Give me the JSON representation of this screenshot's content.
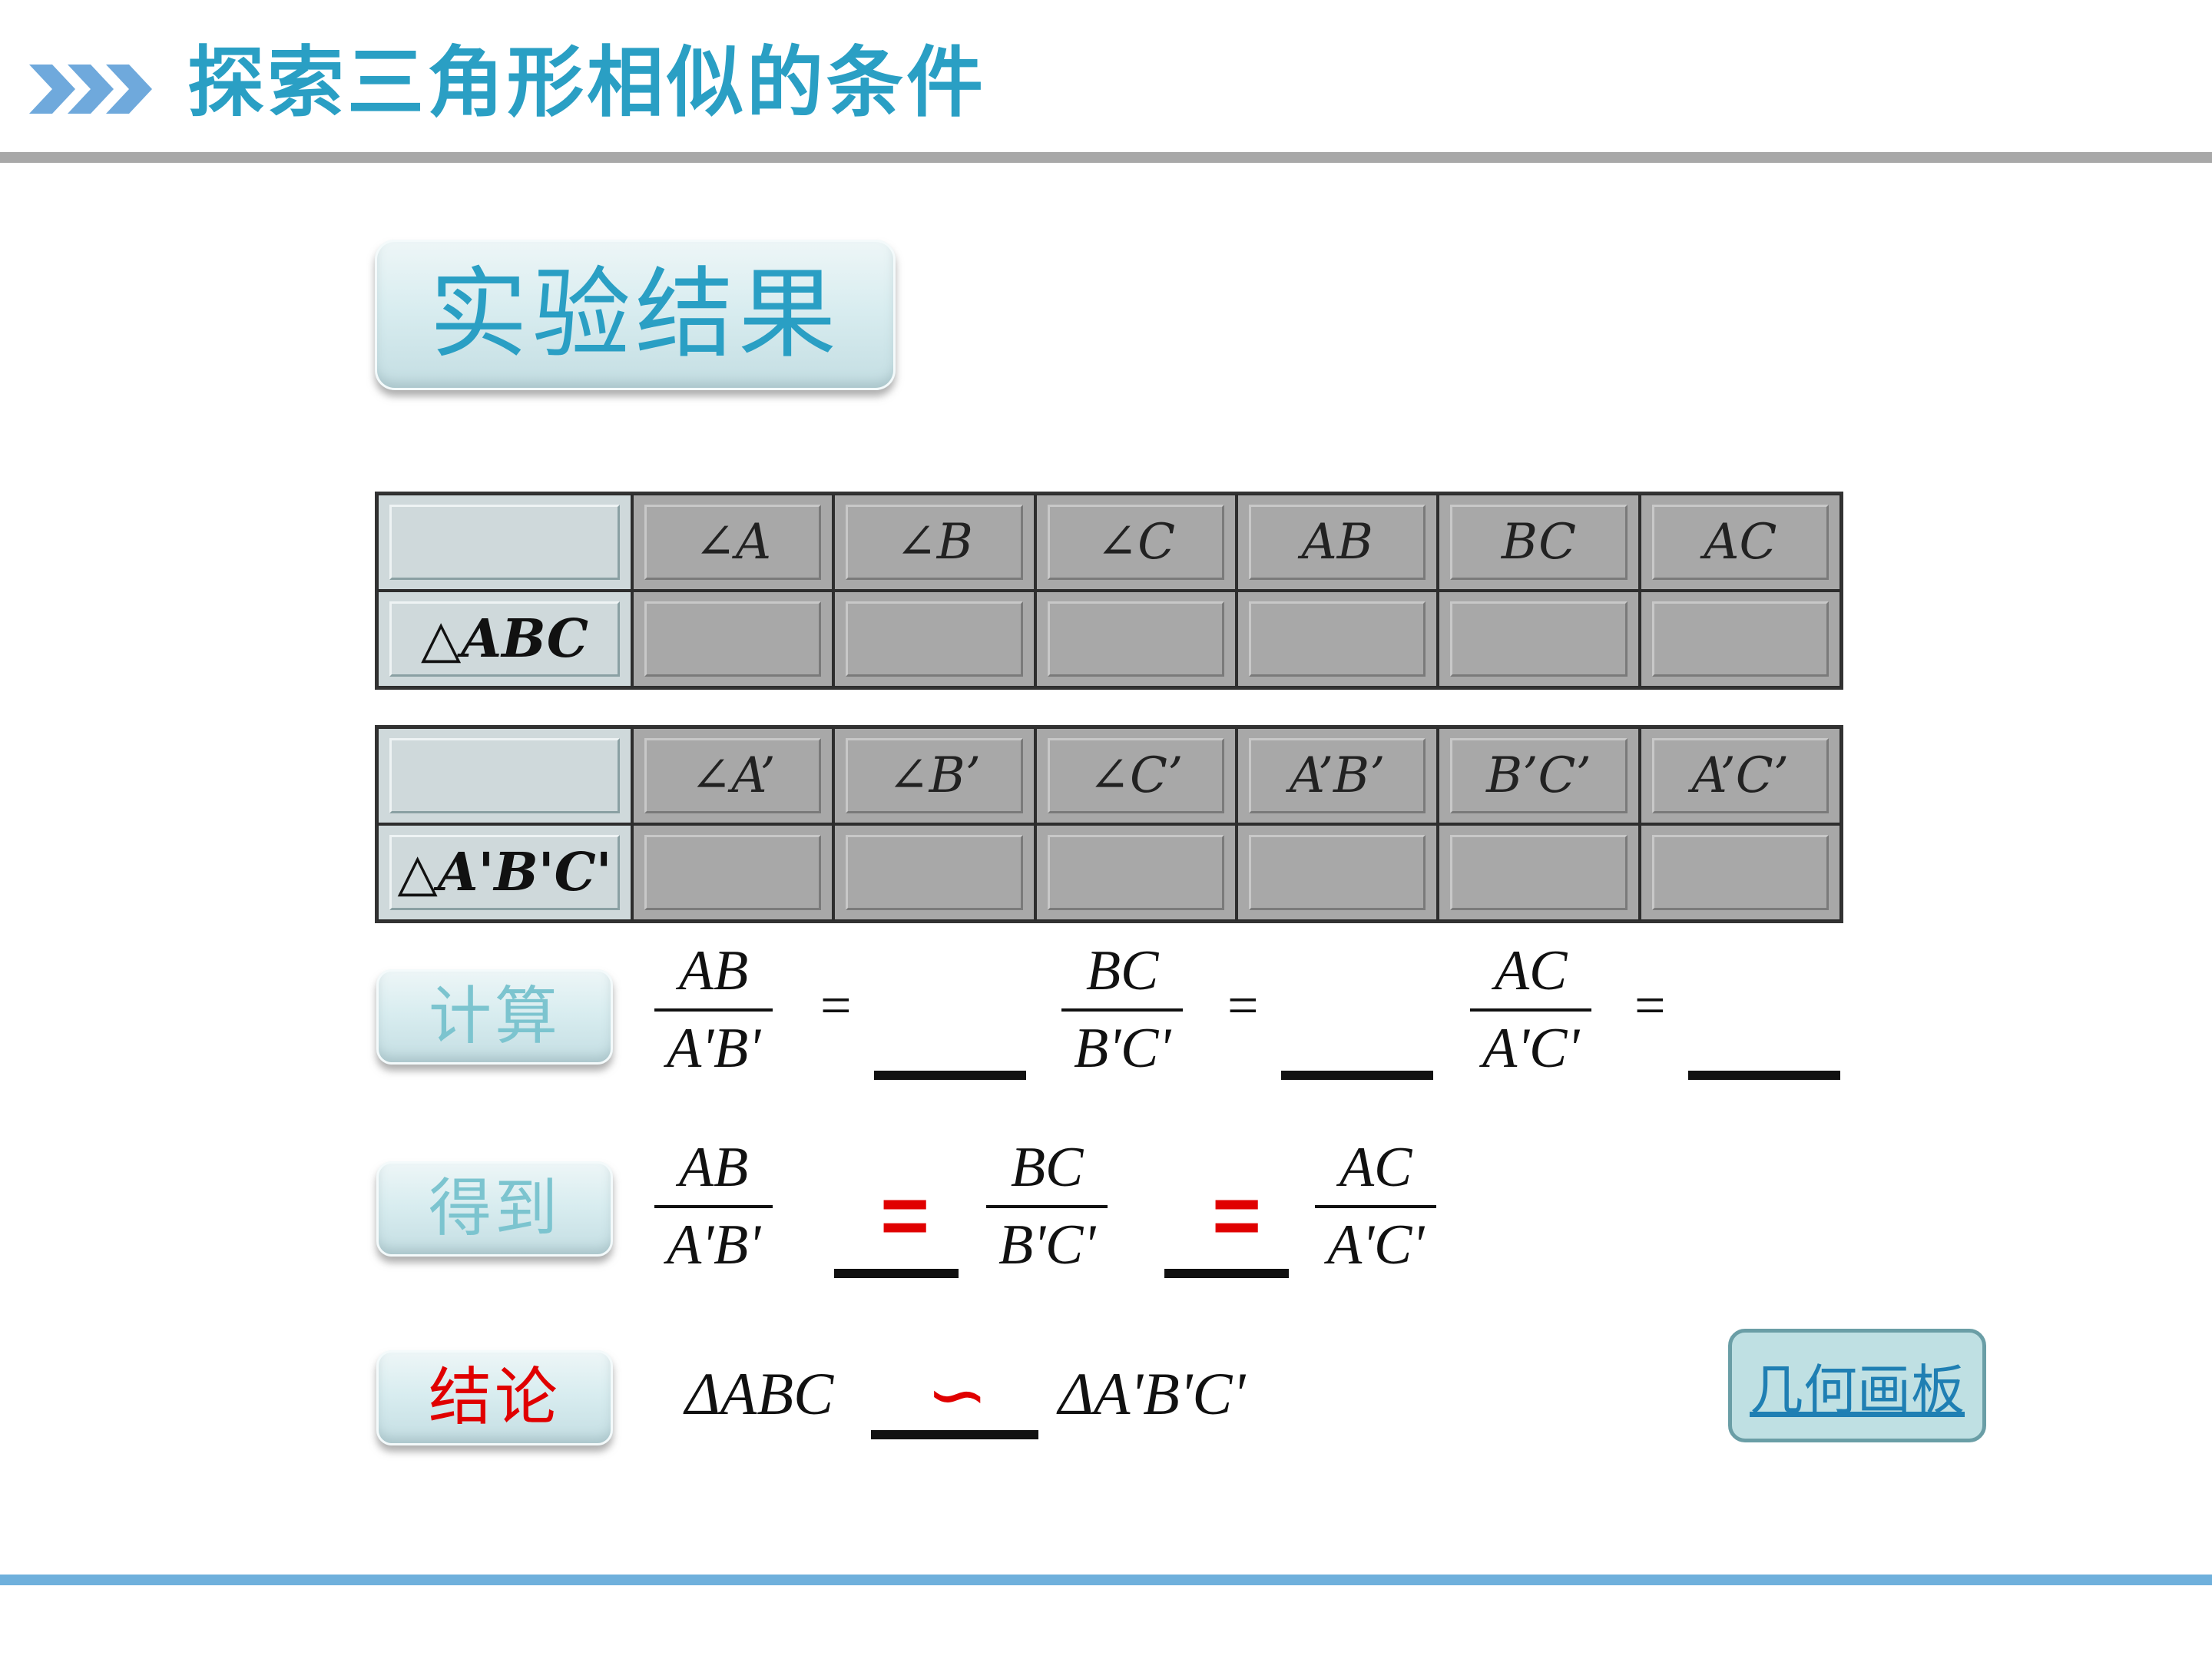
{
  "header": {
    "title": "探索三角形相似的条件",
    "chevrons_icon": "triple-chevron-right"
  },
  "section_title": "实验结果",
  "table1": {
    "row_label": "△ABC",
    "headers": [
      "∠A",
      "∠B",
      "∠C",
      "AB",
      "BC",
      "AC"
    ]
  },
  "table2": {
    "row_label": "△A'B'C'",
    "headers": [
      "∠A’",
      "∠B’",
      "∠C’",
      "A’B’",
      "B’C’",
      "A’C’"
    ]
  },
  "calc": {
    "label": "计算",
    "fractions": [
      {
        "num": "AB",
        "den": "A'B'",
        "eq": "="
      },
      {
        "num": "BC",
        "den": "B'C'",
        "eq": "="
      },
      {
        "num": "AC",
        "den": "A'C'",
        "eq": "="
      }
    ]
  },
  "obtain": {
    "label": "得到",
    "fractions": [
      {
        "num": "AB",
        "den": "A'B'"
      },
      {
        "num": "BC",
        "den": "B'C'"
      },
      {
        "num": "AC",
        "den": "A'C'"
      }
    ],
    "eq_sign": "="
  },
  "conclusion": {
    "label": "结论",
    "left": "ΔABC",
    "sign": "∽",
    "right": "ΔA'B'C'"
  },
  "geo_button": "几何画板",
  "colors": {
    "accent": "#2a9fc4",
    "red": "#e00000",
    "rule_bottom": "#6fb0dc"
  }
}
